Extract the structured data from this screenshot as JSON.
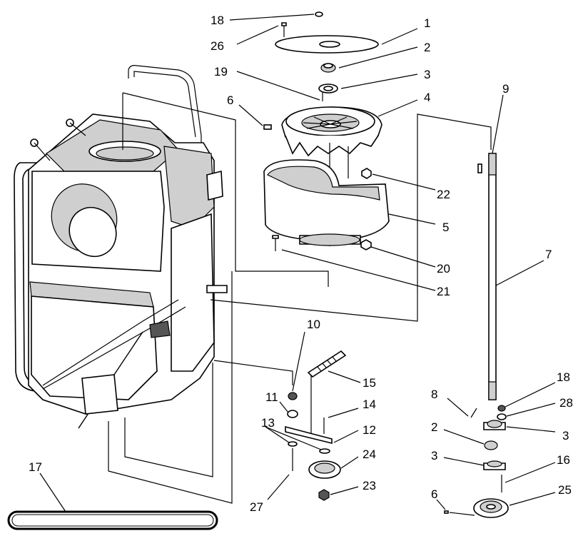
{
  "callouts": {
    "c1": "1",
    "c2": "2",
    "c2b": "2",
    "c3": "3",
    "c3b": "3",
    "c3c": "3",
    "c4": "4",
    "c5": "5",
    "c6": "6",
    "c6b": "6",
    "c7": "7",
    "c8": "8",
    "c9": "9",
    "c10": "10",
    "c11": "11",
    "c12": "12",
    "c13": "13",
    "c14": "14",
    "c15": "15",
    "c16": "16",
    "c17": "17",
    "c18": "18",
    "c18b": "18",
    "c19": "19",
    "c20": "20",
    "c21": "21",
    "c22": "22",
    "c23": "23",
    "c24": "24",
    "c25": "25",
    "c26": "26",
    "c27": "27",
    "c28": "28"
  }
}
